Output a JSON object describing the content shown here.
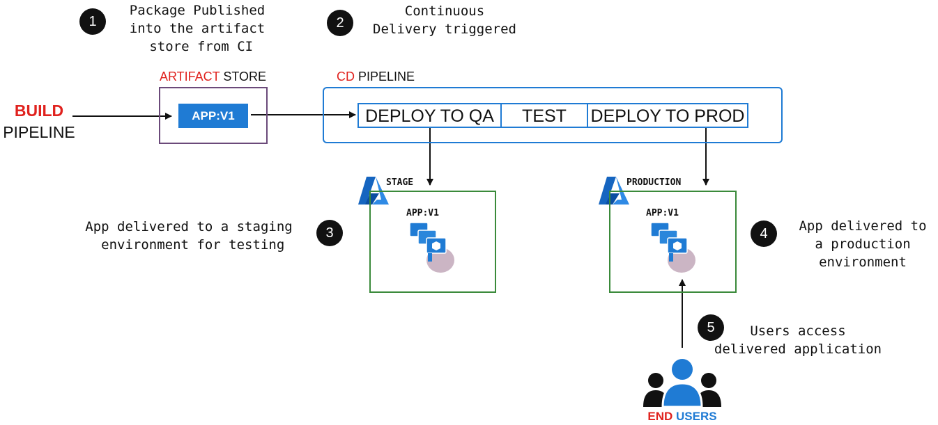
{
  "steps": [
    {
      "number": "1",
      "text": "Package Published\ninto the artifact\n store from CI"
    },
    {
      "number": "2",
      "text": "Continuous\nDelivery triggered"
    },
    {
      "number": "3",
      "text": "App delivered to a staging\n environment for testing"
    },
    {
      "number": "4",
      "text": "App delivered to\na production\nenvironment"
    },
    {
      "number": "5",
      "text": "Users access\ndelivered application"
    }
  ],
  "build_pipeline": {
    "line1": "BUILD",
    "line2": "PIPELINE"
  },
  "artifact_store": {
    "title_highlight": "ARTIFACT",
    "title_rest": " STORE",
    "package_label": "APP:V1"
  },
  "cd_pipeline": {
    "title_highlight": "CD",
    "title_rest": " PIPELINE",
    "stages": [
      "DEPLOY TO QA",
      "TEST",
      "DEPLOY TO PROD"
    ]
  },
  "environments": {
    "stage": {
      "title": "STAGE",
      "app_label": "APP:V1"
    },
    "production": {
      "title": "PRODUCTION",
      "app_label": "APP:V1"
    }
  },
  "end_users": {
    "highlight": "END",
    "rest": " USERS"
  },
  "colors": {
    "accent_blue": "#1f7bd4",
    "highlight_red": "#e0221e",
    "env_green": "#3a8a3a",
    "store_purple": "#6b4a7a"
  }
}
